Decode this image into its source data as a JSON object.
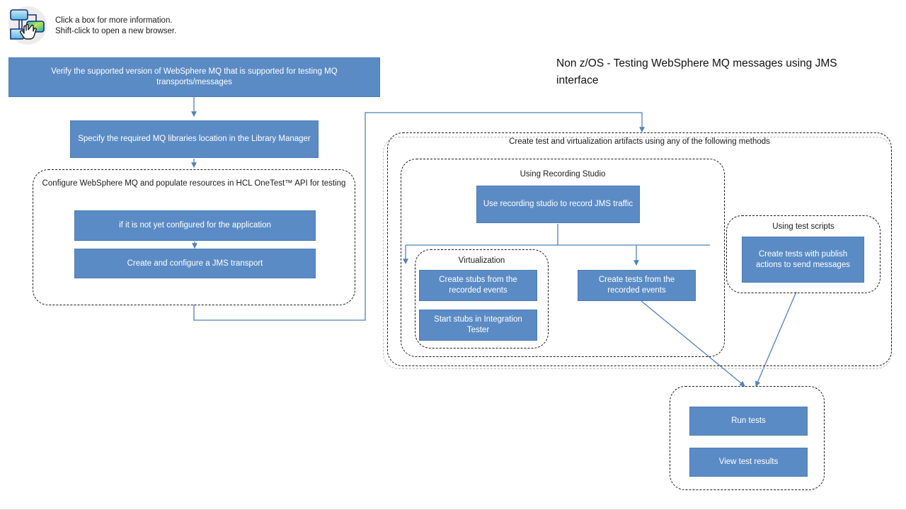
{
  "hint": {
    "icon": "flowchart-click-icon",
    "line1": "Click a box for more information.",
    "line2": "Shift-click to open a new browser."
  },
  "diagram": {
    "title": "Non z/OS - Testing WebSphere MQ messages using JMS interface",
    "accent_color": "#5b8bc5",
    "accent_border_color": "#4a7cb5",
    "connector_color": "#4f81bd",
    "group_border_color": "#1a1a1a",
    "group_border_faint_color": "#bdbdbd",
    "nodes": {
      "verify_version": "Verify the supported version of WebSphere MQ that is supported for testing MQ transports/messages",
      "specify_libraries": "Specify the required MQ libraries location in the Library Manager",
      "not_configured": "if it is not yet configured for the application",
      "create_jms_transport": "Create and configure a JMS transport",
      "use_recording_studio": "Use recording studio to record JMS traffic",
      "create_stubs": "Create stubs from the recorded events",
      "start_stubs": "Start stubs in Integration Tester",
      "create_tests_recorded": "Create tests from the recorded events",
      "create_tests_publish": "Create tests with publish actions to send messages",
      "run_tests": "Run tests",
      "view_test_results": "View test results"
    },
    "groups": {
      "configure_mq": "Configure WebSphere MQ and populate resources in HCL OneTest™ API for testing",
      "create_artifacts": "Create test and virtualization artifacts using any of the following methods",
      "using_recording_studio": "Using Recording Studio",
      "virtualization": "Virtualization",
      "using_test_scripts": "Using test scripts",
      "results": ""
    }
  }
}
